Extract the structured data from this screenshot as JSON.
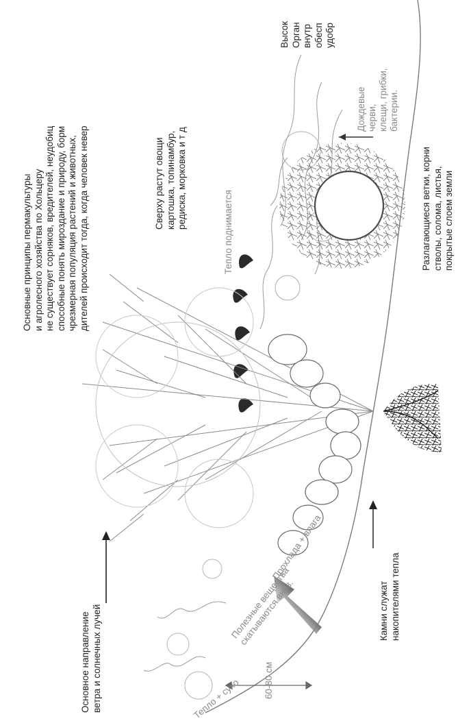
{
  "intro": {
    "lines": [
      "Основные принципы пермакультуры",
      "и агролесного хозяйства по Хольцеру",
      "не существует сорняков, вредителей, неудобиц",
      "способные понять мироздание и природу, борм",
      "чрезмерная популяция растений и животных,",
      "дителей происходит тогда, когда человек невер"
    ]
  },
  "top_right_text": {
    "lines": [
      "Высок",
      "Орган",
      "внутр",
      "обесп",
      "удобр"
    ]
  },
  "vegetables": {
    "lines": [
      "Сверху растут овощи",
      "картошка, топинамбур,",
      "редиска, морковка и т д"
    ]
  },
  "wind": {
    "lines": [
      "Основное направление",
      "ветра и солнечных лучей"
    ]
  },
  "stones": {
    "lines": [
      "Камни служат",
      "накопителями тепла"
    ]
  },
  "decomposing": {
    "lines": [
      "Разлагающиеся ветки, корни",
      "стволы, солома, листья,",
      "покрытые слоем земли"
    ]
  },
  "soil_life": {
    "lines": [
      "Дождевые",
      "черви,",
      "клещи, грибки,",
      "бактерии."
    ]
  },
  "heat_rises": "Тепло поднимается",
  "cool_moist": "Прохлада + влага",
  "nutrients": {
    "lines": [
      "Полезные вещества",
      "скатываются вниз."
    ]
  },
  "warm_dry": "Тепло + сухо",
  "height": "60-80 см"
}
